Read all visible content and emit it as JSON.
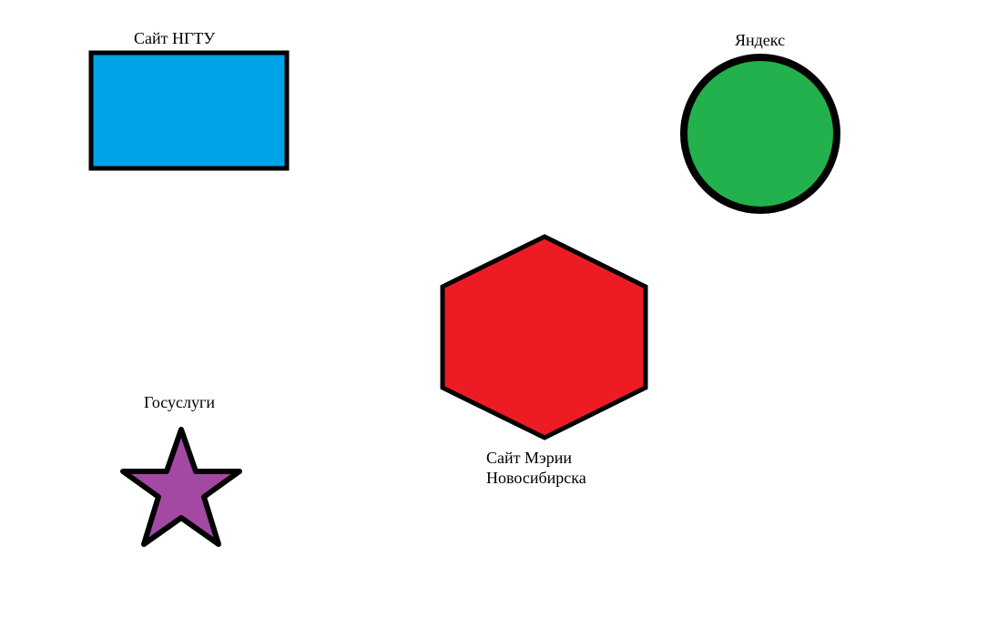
{
  "shapes": {
    "ngtu": {
      "label": "Сайт НГТУ",
      "shape": "rectangle",
      "fill": "#00A2E8"
    },
    "yandex": {
      "label": "Яндекс",
      "shape": "circle",
      "fill": "#22B14C"
    },
    "meriya": {
      "label_line1": "Сайт Мэрии",
      "label_line2": "Новосибирска",
      "shape": "hexagon",
      "fill": "#ED1C24"
    },
    "gosuslugi": {
      "label": "Госуслуги",
      "shape": "star",
      "fill": "#A349A4"
    }
  },
  "stroke_color": "#000000",
  "background": "#FFFFFF"
}
